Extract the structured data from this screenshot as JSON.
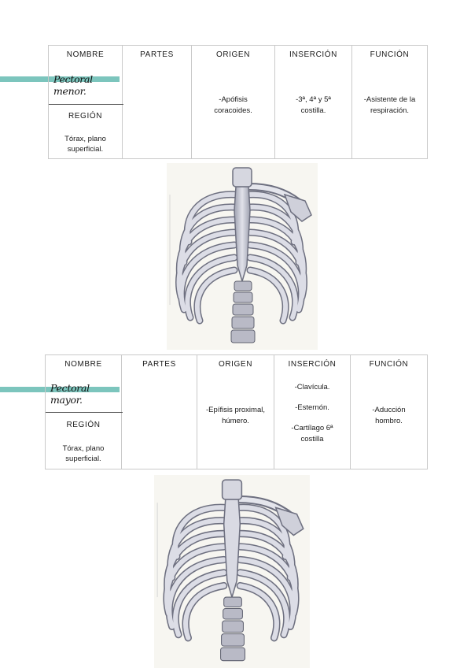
{
  "headers": {
    "nombre": "NOMBRE",
    "partes": "PARTES",
    "origen": "ORIGEN",
    "insercion": "INSERCIÓN",
    "funcion": "FUNCIÓN",
    "region": "REGIÓN"
  },
  "muscle1": {
    "name": "Pectoral menor.",
    "region": "Tórax, plano superficial.",
    "partes": "",
    "origen": "-Apófisis coracoides.",
    "insercion": "-3ª, 4ª y 5ª costilla.",
    "funcion": "-Asistente de la respiración."
  },
  "muscle2": {
    "name": "Pectoral mayor.",
    "region": "Tórax, plano superficial.",
    "partes": "",
    "origen": "-Epífisis proximal, húmero.",
    "insercion": [
      "-Clavícula.",
      "-Esternón.",
      "-Cartílago 6ª costilla"
    ],
    "funcion": "-Aducción hombro."
  },
  "colors": {
    "highlighter": "#7cc5bd",
    "border": "#c9c9c9",
    "bone": "#c9cbd6"
  }
}
